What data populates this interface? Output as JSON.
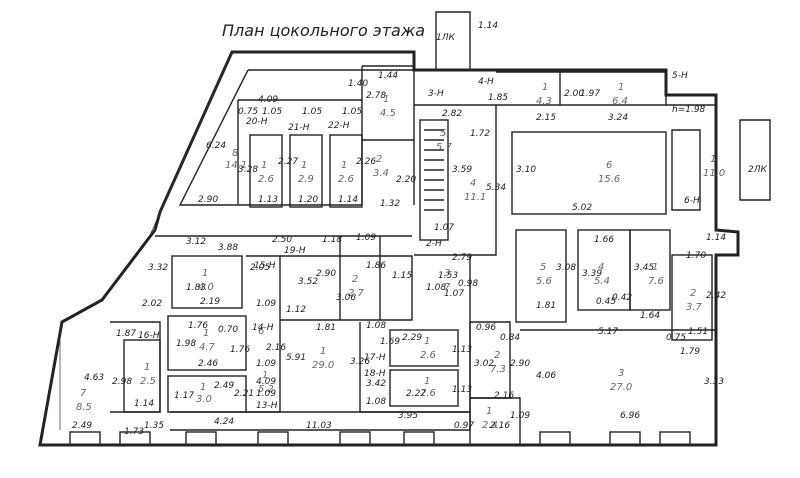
{
  "title": "План цокольного этажа",
  "room_markers": [
    {
      "id": "r1",
      "label": "8",
      "sub": "14.1"
    },
    {
      "id": "r2",
      "label": "1",
      "sub": "4.5"
    },
    {
      "id": "r3",
      "label": "2",
      "sub": "3.4"
    },
    {
      "id": "r4",
      "label": "1",
      "sub": "2.6"
    },
    {
      "id": "r5",
      "label": "1",
      "sub": "2.9"
    },
    {
      "id": "r6",
      "label": "1",
      "sub": "2.6"
    },
    {
      "id": "r7",
      "label": "4",
      "sub": "11.1"
    },
    {
      "id": "r8",
      "label": "1",
      "sub": "4.3"
    },
    {
      "id": "r9",
      "label": "1",
      "sub": "6.4"
    },
    {
      "id": "r10",
      "label": "6",
      "sub": "15.6"
    },
    {
      "id": "r11",
      "label": "1",
      "sub": "11.0"
    },
    {
      "id": "r12",
      "label": "1",
      "sub": "4.0"
    },
    {
      "id": "r13",
      "label": "1",
      "sub": "4.7"
    },
    {
      "id": "r14",
      "label": "1",
      "sub": "3.0"
    },
    {
      "id": "r15",
      "label": "1",
      "sub": "29.0"
    },
    {
      "id": "r16",
      "label": "1",
      "sub": "2.6"
    },
    {
      "id": "r17",
      "label": "1",
      "sub": "2.6"
    },
    {
      "id": "r18",
      "label": "7",
      "sub": "8.5"
    },
    {
      "id": "r19",
      "label": "1",
      "sub": "2.5"
    },
    {
      "id": "r20",
      "label": "5",
      "sub": "5.6"
    },
    {
      "id": "r21",
      "label": "4",
      "sub": "5.4"
    },
    {
      "id": "r22",
      "label": "1",
      "sub": "7.6"
    },
    {
      "id": "r23",
      "label": "2",
      "sub": "3.7"
    },
    {
      "id": "r24",
      "label": "2",
      "sub": "7.3"
    },
    {
      "id": "r25",
      "label": "3",
      "sub": "27.0"
    },
    {
      "id": "r26",
      "label": "1",
      "sub": "2.4"
    },
    {
      "id": "r27",
      "label": "2",
      "sub": "2.7"
    },
    {
      "id": "r28",
      "label": "3",
      "sub": "7"
    },
    {
      "id": "r29",
      "label": "1",
      "sub": "5.2"
    },
    {
      "id": "r30",
      "label": "6",
      "sub": ""
    },
    {
      "id": "r31",
      "label": "5",
      "sub": "5.7"
    }
  ],
  "markers": [
    "1ЛК",
    "2ЛК",
    "3-Н",
    "4-Н",
    "5-Н",
    "6-Н",
    "2-Н",
    "13-Н",
    "14-Н",
    "15-Н",
    "16-Н",
    "17-Н",
    "18-Н",
    "19-Н",
    "20-Н",
    "21-Н",
    "22-Н",
    "h=1.98"
  ],
  "dimensions": [
    "4.09",
    "1.44",
    "1.40",
    "2.78",
    "0.75",
    "1.05",
    "1.05",
    "1.05",
    "3.28",
    "6.24",
    "2.90",
    "2.82",
    "1.72",
    "3.59",
    "5.34",
    "1.07",
    "2.79",
    "1.14",
    "1.85",
    "2.00",
    "1.97",
    "2.15",
    "3.24",
    "3.10",
    "5.02",
    "1.13",
    "1.20",
    "1.14",
    "1.32",
    "2.27",
    "2.26",
    "2.20",
    "3.12",
    "3.88",
    "2.50",
    "1.18",
    "1.09",
    "2.90",
    "1.86",
    "3.06",
    "1.15",
    "3.32",
    "1.83",
    "2.05",
    "2.19",
    "1.09",
    "3.52",
    "1.12",
    "2.02",
    "1.87",
    "1.76",
    "0.70",
    "2.16",
    "1.98",
    "1.76",
    "2.46",
    "1.09",
    "5.91",
    "1.81",
    "1.08",
    "1.69",
    "3.26",
    "3.42",
    "1.08",
    "2.29",
    "1.13",
    "2.27",
    "1.13",
    "4.63",
    "2.98",
    "1.14",
    "1.17",
    "2.49",
    "2.21",
    "4.09",
    "1.09",
    "4.24",
    "11.03",
    "3.95",
    "0.97",
    "2.49",
    "1.73",
    "1.35",
    "1.08",
    "1.53",
    "1.07",
    "0.98",
    "0.96",
    "0.84",
    "3.02",
    "2.90",
    "2.16",
    "1.09",
    "2.16",
    "4.06",
    "1.81",
    "3.08",
    "3.39",
    "1.66",
    "3.45",
    "0.45",
    "0.42",
    "1.64",
    "1.70",
    "2.42",
    "1.51",
    "0.75",
    "1.79",
    "5.17",
    "6.96",
    "3.33",
    "1.14"
  ]
}
